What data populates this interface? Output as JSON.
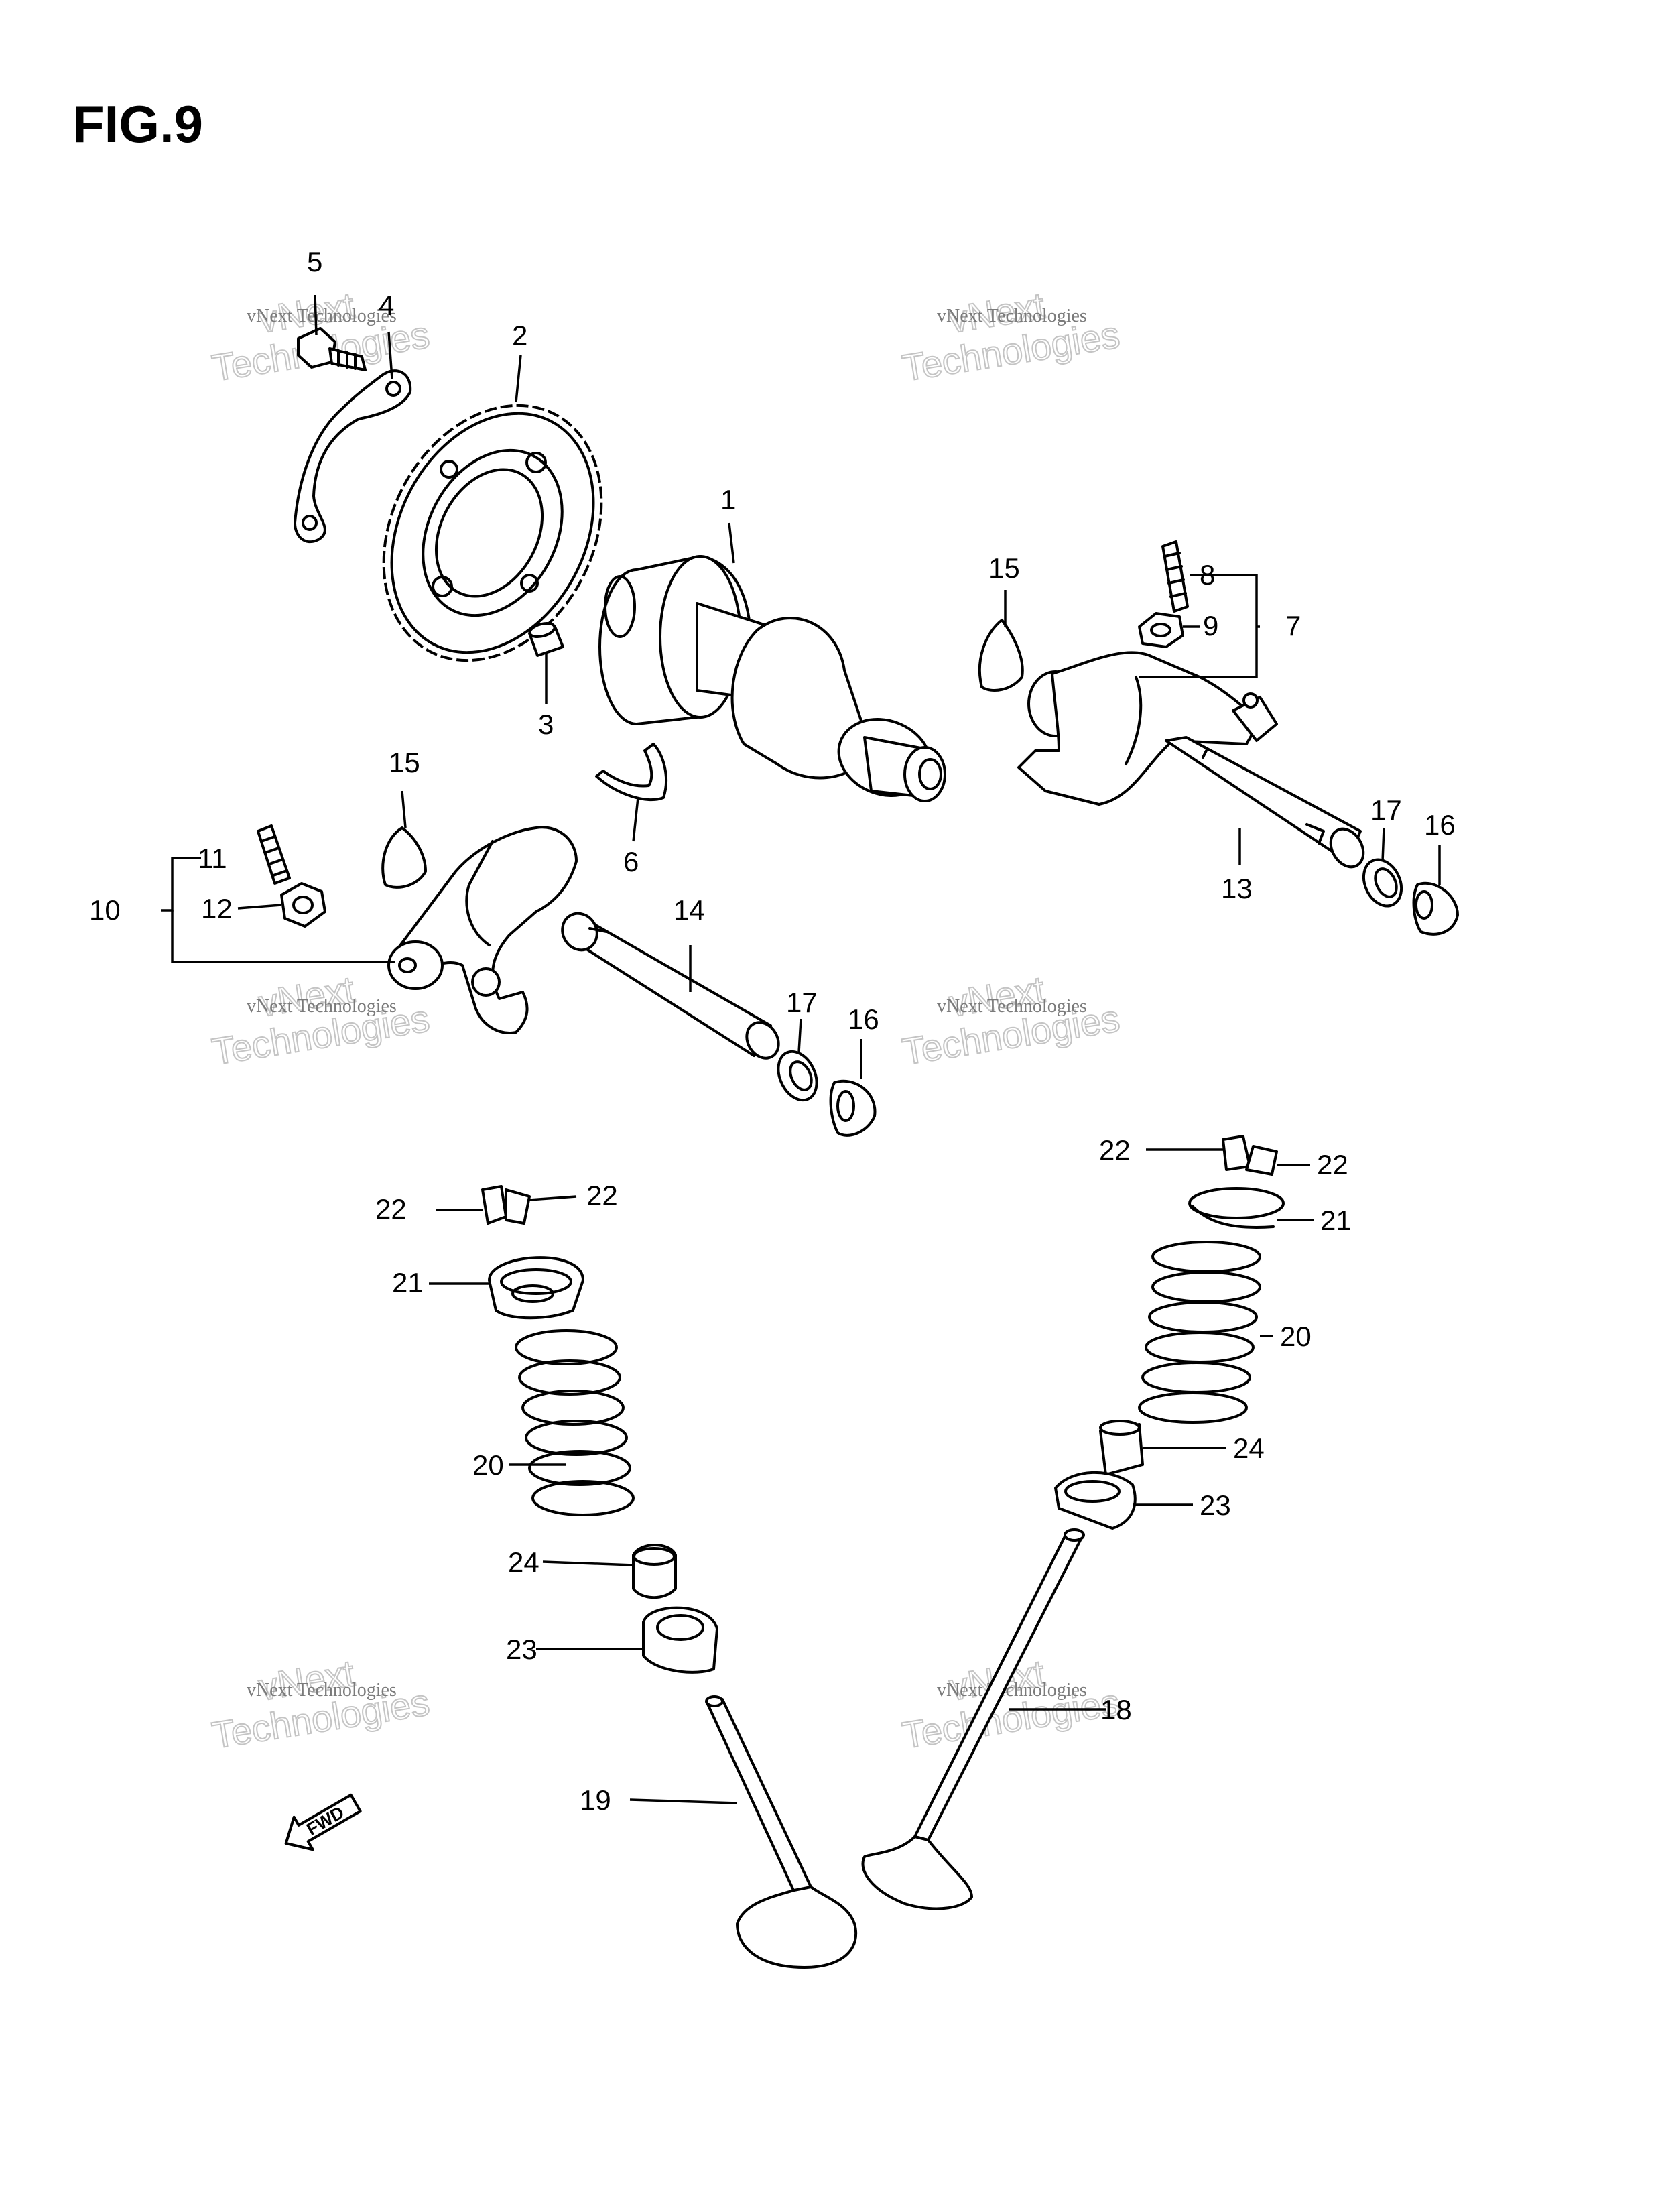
{
  "figure": {
    "title": "FIG.9"
  },
  "watermark": {
    "line1": "vNext Technologies",
    "line2": "Technologies",
    "line3": "vNext"
  },
  "fwd_label": "FWD",
  "callouts": {
    "c1": "1",
    "c2": "2",
    "c3": "3",
    "c4": "4",
    "c5": "5",
    "c6": "6",
    "c7": "7",
    "c8": "8",
    "c9": "9",
    "c10": "10",
    "c11": "11",
    "c12": "12",
    "c13": "13",
    "c14": "14",
    "c15a": "15",
    "c15b": "15",
    "c16a": "16",
    "c16b": "16",
    "c17a": "17",
    "c17b": "17",
    "c18": "18",
    "c19": "19",
    "c20a": "20",
    "c20b": "20",
    "c21a": "21",
    "c21b": "21",
    "c22a": "22",
    "c22b": "22",
    "c22c": "22",
    "c22d": "22",
    "c23a": "23",
    "c23b": "23",
    "c24a": "24",
    "c24b": "24"
  }
}
